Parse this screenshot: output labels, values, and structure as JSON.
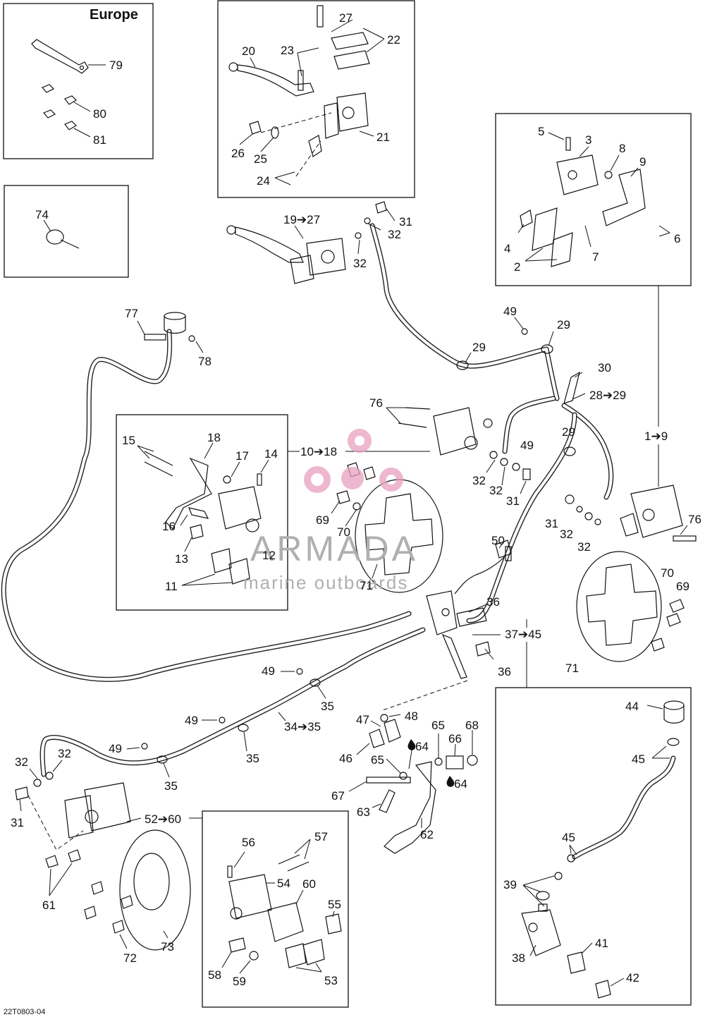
{
  "region_title": "Europe",
  "figure_code": "22T0803-04",
  "watermark": {
    "brand": "ARMADA",
    "tagline": "marine outboards",
    "accent_color": "#e8a0bf",
    "text_color": "#b0b0b0"
  },
  "callouts": {
    "c79": "79",
    "c80": "80",
    "c81": "81",
    "c74": "74",
    "c20": "20",
    "c23": "23",
    "c27": "27",
    "c22": "22",
    "c21": "21",
    "c26": "26",
    "c25": "25",
    "c24": "24",
    "c19_27": "19➔27",
    "c31a": "31",
    "c32a": "32",
    "c32b": "32",
    "c5": "5",
    "c3": "3",
    "c8": "8",
    "c9": "9",
    "c4": "4",
    "c2": "2",
    "c7": "7",
    "c6": "6",
    "c77": "77",
    "c78": "78",
    "c49a": "49",
    "c29a": "29",
    "c29b": "29",
    "c30": "30",
    "c28_29": "28➔29",
    "c1_9": "1➔9",
    "c76a": "76",
    "c49b": "49",
    "c29c": "29",
    "c32c": "32",
    "c32d": "32",
    "c31b": "31",
    "c15": "15",
    "c18": "18",
    "c17": "17",
    "c14": "14",
    "c10_18": "10➔18",
    "c16": "16",
    "c13": "13",
    "c12": "12",
    "c11": "11",
    "c69a": "69",
    "c70a": "70",
    "c71a": "71",
    "c31c": "31",
    "c32e": "32",
    "c32f": "32",
    "c76b": "76",
    "c50": "50",
    "c36a": "36",
    "c36b": "36",
    "c37_45": "37➔45",
    "c70b": "70",
    "c69b": "69",
    "c71b": "71",
    "c49c": "49",
    "c35a": "35",
    "c49d": "49",
    "c34_35": "34➔35",
    "c35b": "35",
    "c49e": "49",
    "c35c": "35",
    "c32g": "32",
    "c32h": "32",
    "c31d": "31",
    "c52_60": "52➔60",
    "c61": "61",
    "c72": "72",
    "c73": "73",
    "c56": "56",
    "c57": "57",
    "c54": "54",
    "c60": "60",
    "c55": "55",
    "c58": "58",
    "c59": "59",
    "c53": "53",
    "c48": "48",
    "c47": "47",
    "c46": "46",
    "c64a": "64",
    "c65a": "65",
    "c66": "66",
    "c68": "68",
    "c65b": "65",
    "c64b": "64",
    "c67": "67",
    "c63": "63",
    "c62": "62",
    "c44": "44",
    "c45a": "45",
    "c45b": "45",
    "c39": "39",
    "c41": "41",
    "c38": "38",
    "c42": "42"
  }
}
